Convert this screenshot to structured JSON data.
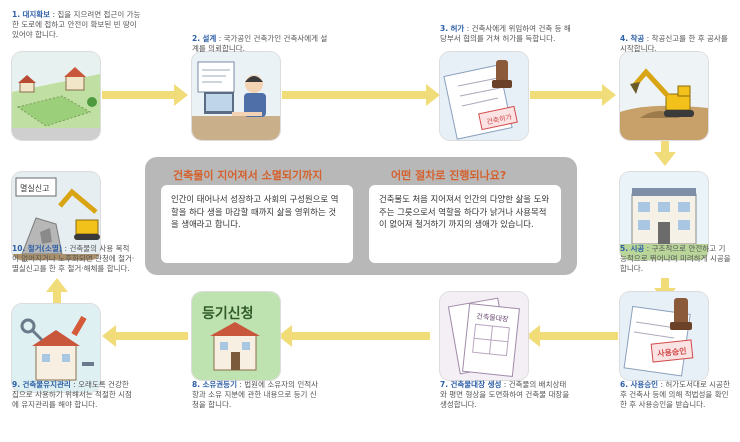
{
  "center": {
    "left_title": "건축물이 지어져서 소멸되기까지",
    "left_text": "인간이 태어나서 성장하고 사회의 구성원으로 역할을 하다 생을 마감할 때까지 삶을 영위하는 것을 생애라고 합니다.",
    "right_title": "어떤 절차로 진행되나요?",
    "right_text": "건축물도 처음 지어져서 인간의 다양한 삶을 도와주는 그릇으로서 역할을 하다가 낡거나 사용목적이 없어져 철거하기 까지의 생애가 있습니다."
  },
  "steps": [
    {
      "num": "1.",
      "title": "대지확보",
      "desc": "집을 지으려면 접근이 가능한 도로에 접하고 안전이 확보된 빈 땅이 있어야 합니다."
    },
    {
      "num": "2.",
      "title": "설계",
      "desc": "국가공인 건축가인 건축사에게 설계를 의뢰합니다."
    },
    {
      "num": "3.",
      "title": "허가",
      "desc": "건축사에게 위임하여 건축 등 해당부서 협의를 거쳐 허가를 득합니다."
    },
    {
      "num": "4.",
      "title": "착공",
      "desc": "착공신고를 한 후 공사를 시작합니다."
    },
    {
      "num": "5.",
      "title": "시공",
      "desc": "구조적으로 안전하고 기능적으로 뛰어나며 미려하게 시공을 합니다."
    },
    {
      "num": "6.",
      "title": "사용승인",
      "desc": "허가도서대로 시공한 후 건축사 등에 의해 적법성을 확인한 후 사용승인을 받습니다."
    },
    {
      "num": "7.",
      "title": "건축물대장 생성",
      "desc": "건축물의 배치상태와 평면 형상을 도면화하여 건축물 대장을 생성합니다."
    },
    {
      "num": "8.",
      "title": "소유권등기",
      "desc": "법원에 소유자의 인적사항과 소유 지분에 관한 내용으로 등기 신청을 합니다."
    },
    {
      "num": "9.",
      "title": "건축물유지관리",
      "desc": "오래도록 건강한 집으로 사용하기 위해서는 적절한 시점에 유지관리를 해야 합니다."
    },
    {
      "num": "10.",
      "title": "철거(소멸)",
      "desc": "건축물의 사용 목적이 없어지거나 노후화되면 관청에 철거·멸실신고를 한 후 철거·해체를 합니다."
    }
  ],
  "tile_labels": {
    "permit_stamp": "건축허가",
    "approval_stamp": "사용승인",
    "ledger": "건축물대장",
    "registration": "등기신청",
    "demolition": "멸실신고"
  }
}
